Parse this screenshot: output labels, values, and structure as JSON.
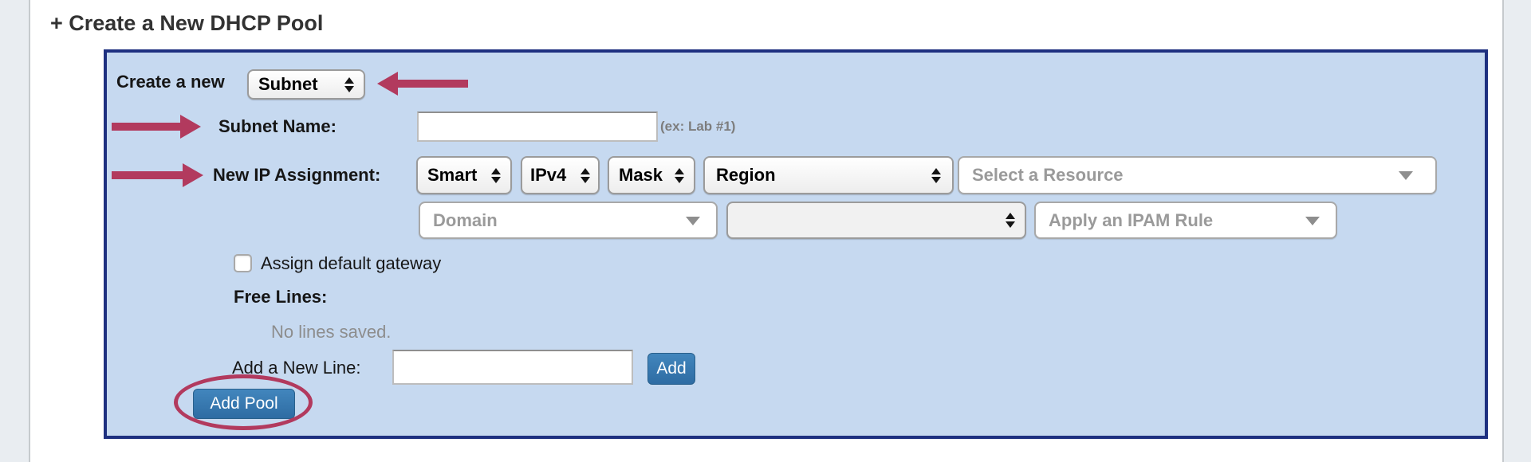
{
  "header": {
    "title": "+ Create a New DHCP Pool"
  },
  "panel": {
    "create_row": {
      "label": "Create a new",
      "type_value": "Subnet"
    },
    "subnet_row": {
      "label": "Subnet Name:",
      "value": "",
      "hint": "(ex: Lab #1)"
    },
    "assignment_row": {
      "label": "New IP Assignment:",
      "mode_value": "Smart",
      "family_value": "IPv4",
      "format_value": "Mask",
      "scope_value": "Region",
      "resource_placeholder": "Select a Resource"
    },
    "assignment_row2": {
      "domain_placeholder": "Domain",
      "device_value": "",
      "ipam_placeholder": "Apply an IPAM Rule"
    },
    "gateway_row": {
      "label": "Assign default gateway",
      "checked": false
    },
    "free_lines": {
      "label": "Free Lines:",
      "empty_text": "No lines saved."
    },
    "add_line_row": {
      "label": "Add a New Line:",
      "value": "",
      "add_button": "Add"
    },
    "add_pool_button": "Add Pool"
  },
  "colors": {
    "panel_bg": "#c6d9f0",
    "panel_border": "#1e3080",
    "annotation": "#b23a5e",
    "button_top": "#4286bd",
    "button_bottom": "#2e6ca3",
    "button_border": "#29608c"
  }
}
